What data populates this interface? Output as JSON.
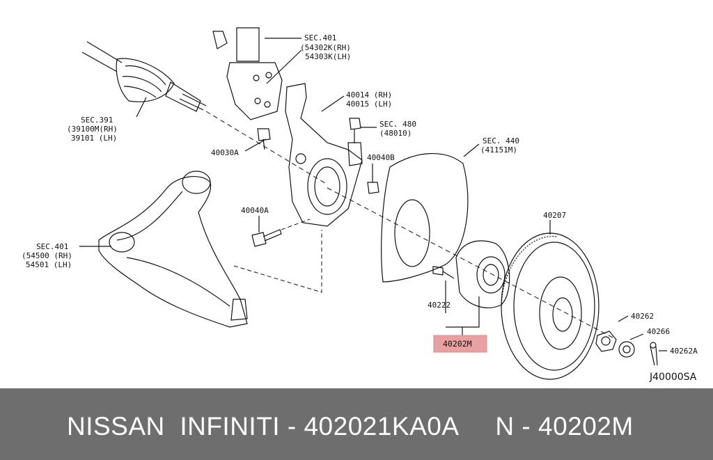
{
  "diagram": {
    "labels": {
      "sec401_top": "SEC.401",
      "p54302k": "(54302K(RH)",
      "p54303k": "54303K(LH)",
      "p40014": "40014 (RH)",
      "p40015": "40015 (LH)",
      "sec391": "SEC.391",
      "p39100m": "(39100M(RH)",
      "p39101": "39101 (LH)",
      "sec480": "SEC. 480",
      "p48010": "(48010)",
      "p40030a": "40030A",
      "p40040b": "40040B",
      "sec440": "SEC. 440",
      "p41151m": "(41151M)",
      "p40207": "40207",
      "p40040a": "40040A",
      "sec401_low": "SEC.401",
      "p54500": "(54500 (RH)",
      "p54501": "54501 (LH)",
      "p40222": "40222",
      "p40202m": "40202M",
      "p40262": "40262",
      "p40266": "40266",
      "p40262a": "40262A",
      "drawing_code": "J40000SA"
    },
    "highlight_color": "#e8a0a0"
  },
  "footer": {
    "text": "NISSAN  INFINITI - 402021KA0A     N - 40202M",
    "background": "#6e6e6e"
  }
}
